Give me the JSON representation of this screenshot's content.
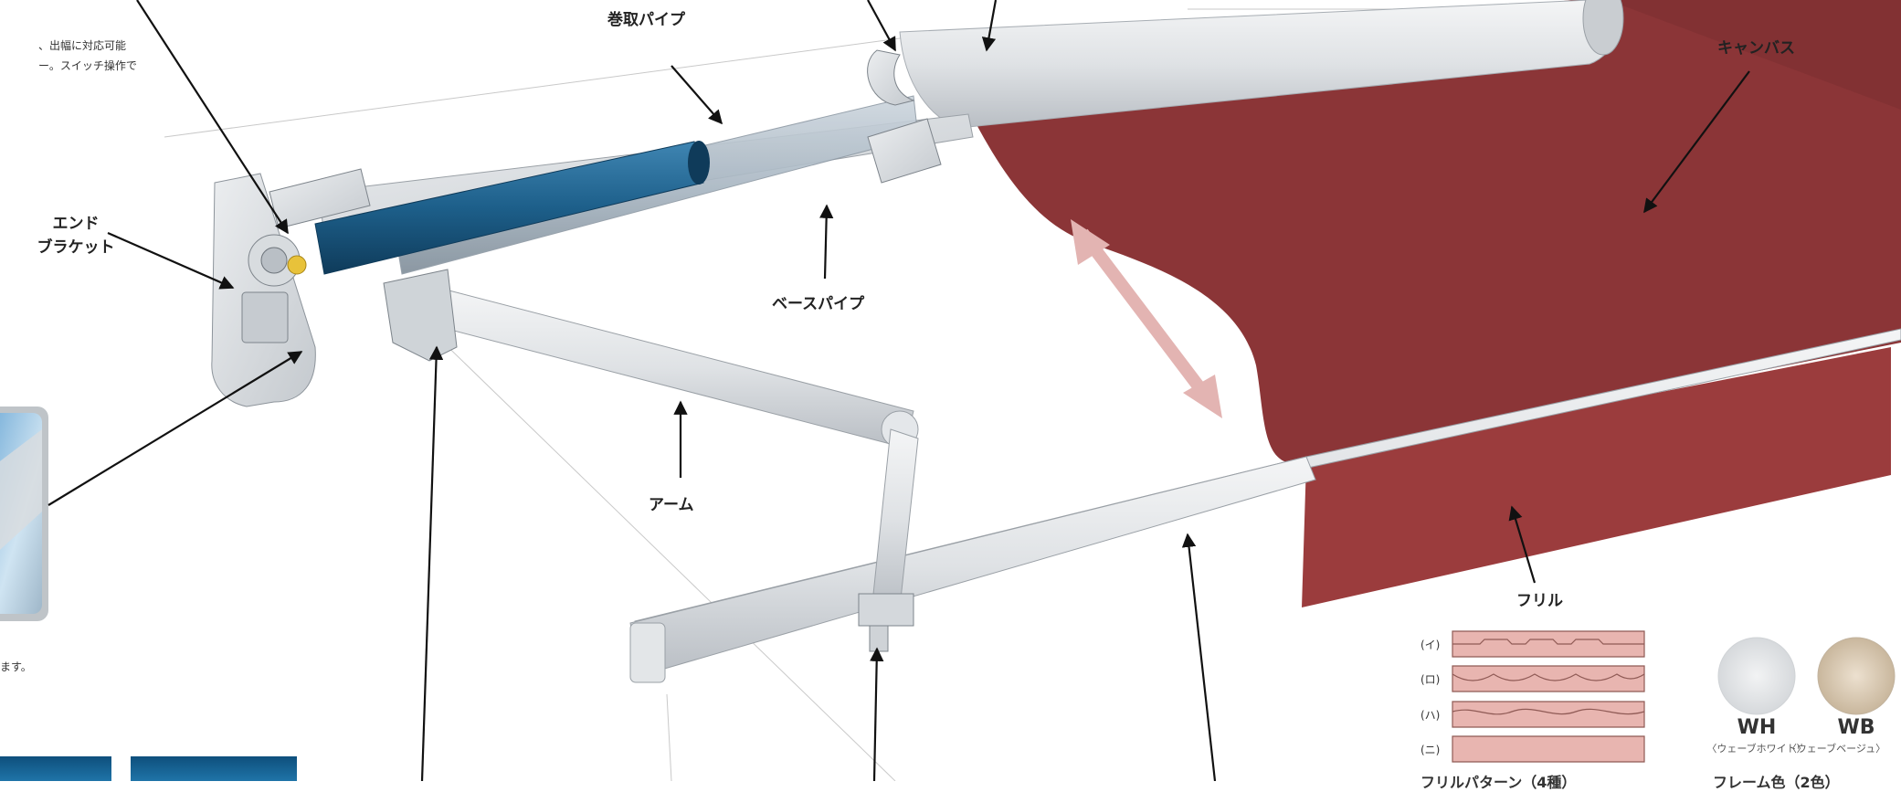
{
  "labels": {
    "winding_pipe": "巻取パイプ",
    "canvas": "キャンバス",
    "end_bracket_line1": "エンド",
    "end_bracket_line2": "ブラケット",
    "base_pipe": "ベースパイプ",
    "arm": "アーム",
    "frill": "フリル"
  },
  "left_text": {
    "line1": "、出幅に対応可能",
    "line2": "ー。スイッチ操作で",
    "line3": "ます。"
  },
  "frill_types": [
    {
      "tag": "(イ)",
      "shape": "flat-bumps"
    },
    {
      "tag": "(ロ)",
      "shape": "scallop"
    },
    {
      "tag": "(ハ)",
      "shape": "wave"
    },
    {
      "tag": "(ニ)",
      "shape": "straight"
    }
  ],
  "swatches": [
    {
      "code": "WH",
      "name": "〈ウェーブホワイト〉",
      "color": "#e4e6e8"
    },
    {
      "code": "WB",
      "name": "〈ウェーブベージュ〉",
      "color": "#d9c9b4"
    }
  ],
  "bottom_text": {
    "left": "フリルパターン（4種）",
    "right": "フレーム色（2色）"
  },
  "colors": {
    "canvas": "#8b3537",
    "canvas_dark": "#7a2d30",
    "frill_fill": "#e8b5b0",
    "motor": "#1d5f8a",
    "arrow": "#e3b4b2"
  }
}
